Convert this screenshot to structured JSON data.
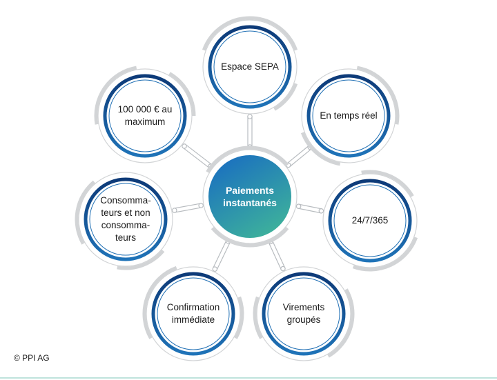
{
  "center": {
    "lines": [
      "Paiements",
      "instantanés"
    ]
  },
  "nodes": [
    {
      "id": "espace-sepa",
      "lines": [
        "Espace SEPA"
      ]
    },
    {
      "id": "en-temps-reel",
      "lines": [
        "En temps réel"
      ]
    },
    {
      "id": "24-7-365",
      "lines": [
        "24/7/365"
      ]
    },
    {
      "id": "virements-groupes",
      "lines": [
        "Virements",
        "groupés"
      ]
    },
    {
      "id": "confirmation-immediate",
      "lines": [
        "Confirmation",
        "immédiate"
      ]
    },
    {
      "id": "consommateurs",
      "lines": [
        "Consomma-",
        "teurs et non",
        "consomma-",
        "teurs"
      ]
    },
    {
      "id": "maximum",
      "lines": [
        "100 000 € au",
        "maximum"
      ]
    }
  ],
  "copyright": "© PPI AG",
  "colors": {
    "ring_dark": "#0d3a78",
    "ring_mid": "#1f6fb4",
    "arc_gray": "#d2d4d6",
    "connector": "#b8bcc0",
    "center_top": "#1a6fc0",
    "center_bottom": "#3fb49a",
    "bottom_line": "#bfe3dc"
  }
}
